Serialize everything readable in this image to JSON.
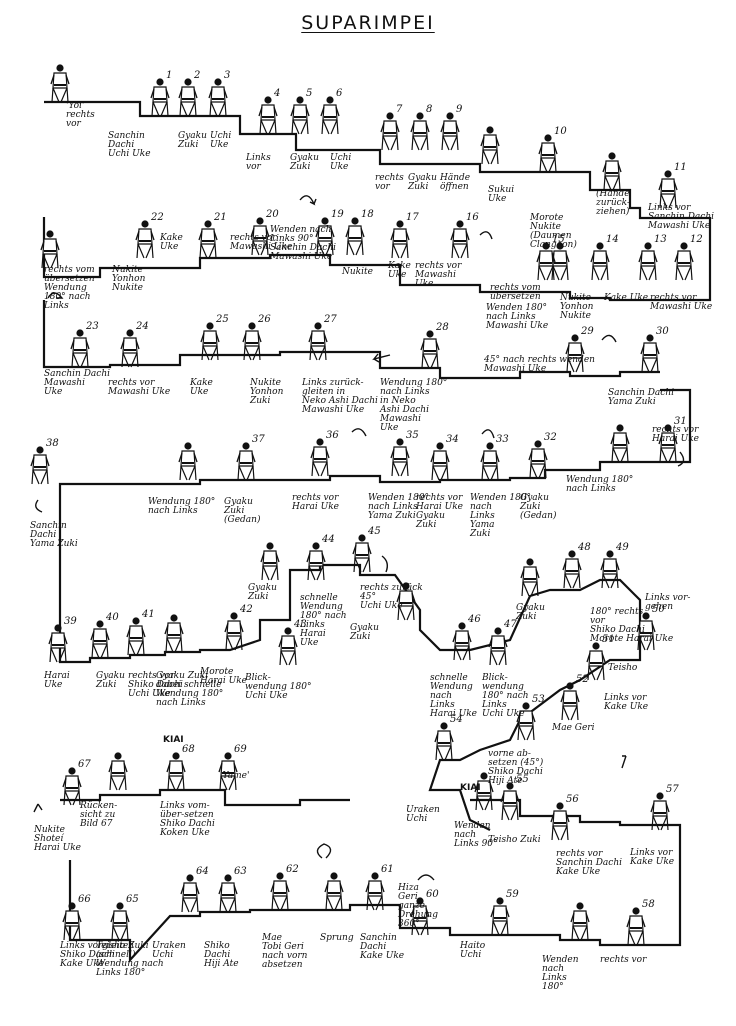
{
  "title": "SUPARIMPEI",
  "kiai": "KIAI",
  "steps": [
    {
      "n": "",
      "label": [
        "'Yoi'",
        "rechts",
        "vor"
      ]
    },
    {
      "n": "1",
      "label": [
        "Sanchin",
        "Dachi",
        "Uchi Uke"
      ]
    },
    {
      "n": "2",
      "label": [
        "Gyaku",
        "Zuki"
      ]
    },
    {
      "n": "3",
      "label": [
        "Uchi",
        "Uke"
      ]
    },
    {
      "n": "4",
      "label": [
        "Links",
        "vor"
      ]
    },
    {
      "n": "5",
      "label": [
        "Gyaku",
        "Zuki"
      ]
    },
    {
      "n": "6",
      "label": [
        "Uchi",
        "Uke"
      ]
    },
    {
      "n": "7",
      "label": [
        "rechts",
        "vor"
      ]
    },
    {
      "n": "8",
      "label": [
        "Gyaku",
        "Zuki"
      ]
    },
    {
      "n": "9",
      "label": [
        "Hände",
        "öffnen"
      ]
    },
    {
      "n": "",
      "label": [
        "Sukui",
        "Uke"
      ]
    },
    {
      "n": "10",
      "label": [
        "Morote",
        "Nukite",
        "(Daumen",
        "Clangoon)"
      ]
    },
    {
      "n": "",
      "label": [
        "(Hände",
        "zurück-",
        "ziehen)"
      ]
    },
    {
      "n": "11",
      "label": [
        "Links vor",
        "Sanchin Dachi",
        "Mawashi Uke"
      ]
    },
    {
      "n": "12",
      "label": [
        "rechts vor",
        "Mawashi Uke"
      ]
    },
    {
      "n": "13",
      "label": [
        "Kake Uke"
      ]
    },
    {
      "n": "14",
      "label": [
        "Nukite",
        "Yonhon",
        "Nukite"
      ]
    },
    {
      "n": "",
      "label": [
        "rechts vom",
        "übersetzen"
      ]
    },
    {
      "n": "15",
      "label": [
        "Wenden 180°",
        "nach Links",
        "Mawashi Uke"
      ]
    },
    {
      "n": "16",
      "label": [
        "rechts vor",
        "Mawashi",
        "Uke"
      ]
    },
    {
      "n": "17",
      "label": [
        "Kake",
        "Uke"
      ]
    },
    {
      "n": "18",
      "label": [
        "Nukite"
      ]
    },
    {
      "n": "19",
      "label": [
        "Wenden nach",
        "Links 90°",
        "Sanchin Dachi",
        "Mawashi Uke"
      ]
    },
    {
      "n": "20",
      "label": [
        "rechts vor",
        "Mawashi Uke"
      ]
    },
    {
      "n": "21",
      "label": [
        "Kake",
        "Uke"
      ]
    },
    {
      "n": "22",
      "label": [
        "Nukite",
        "Yonhon",
        "Nukite"
      ]
    },
    {
      "n": "",
      "label": [
        "rechts vom",
        "übersetzen",
        "Wendung",
        "180° nach",
        "Links"
      ]
    },
    {
      "n": "23",
      "label": [
        "Sanchin Dachi",
        "Mawashi",
        "Uke"
      ]
    },
    {
      "n": "24",
      "label": [
        "rechts vor",
        "Mawashi Uke"
      ]
    },
    {
      "n": "25",
      "label": [
        "Kake",
        "Uke"
      ]
    },
    {
      "n": "26",
      "label": [
        "Nukite",
        "Yonhon",
        "Zuki"
      ]
    },
    {
      "n": "27",
      "label": [
        "Links zurück-",
        "gleiten in",
        "Neko Ashi Dachi",
        "Mawashi Uke"
      ]
    },
    {
      "n": "28",
      "label": [
        "Wendung 180°",
        "nach Links",
        "in Neko",
        "Ashi Dachi",
        "Mawashi",
        "Uke"
      ]
    },
    {
      "n": "29",
      "label": [
        "45° nach rechts wenden",
        "Mawashi Uke"
      ]
    },
    {
      "n": "30",
      "label": [
        "Sanchin Dachi",
        "Yama Zuki"
      ]
    },
    {
      "n": "",
      "label": [
        "Wendung 180°",
        "nach Links"
      ]
    },
    {
      "n": "31",
      "label": [
        "rechts vor",
        "Harai Uke"
      ]
    },
    {
      "n": "32",
      "label": [
        "Gyaku",
        "Zuki",
        "(Gedan)"
      ]
    },
    {
      "n": "33",
      "label": [
        "Wenden 180°",
        "nach",
        "Links",
        "Yama",
        "Zuki"
      ]
    },
    {
      "n": "34",
      "label": [
        "rechts vor",
        "Harai Uke",
        "Gyaku",
        "Zuki"
      ]
    },
    {
      "n": "35",
      "label": [
        "Wenden 180°",
        "nach Links",
        "Yama Zuki"
      ]
    },
    {
      "n": "36",
      "label": [
        "rechts vor",
        "Harai Uke"
      ]
    },
    {
      "n": "37",
      "label": [
        "Gyaku",
        "Zuki",
        "(Gedan)"
      ]
    },
    {
      "n": "",
      "label": [
        "Wendung 180°",
        "nach Links"
      ]
    },
    {
      "n": "38",
      "label": [
        "Sanchin",
        "Dachi",
        "Yama Zuki"
      ]
    },
    {
      "n": "39",
      "label": [
        "Harai",
        "Uke"
      ]
    },
    {
      "n": "40",
      "label": [
        "Gyaku",
        "Zuki"
      ]
    },
    {
      "n": "41",
      "label": [
        "rechts vor",
        "Shiko Dachi",
        "Uchi Uke"
      ]
    },
    {
      "n": "",
      "label": [
        "Gyaku Zuki",
        "dabei schnelle",
        "Wendung 180°",
        "nach Links"
      ]
    },
    {
      "n": "42",
      "label": [
        "Morote",
        "Harai Uke"
      ]
    },
    {
      "n": "43",
      "label": [
        "Blick-",
        "wendung 180°",
        "Uchi Uke"
      ]
    },
    {
      "n": "",
      "label": [
        "Gyaku",
        "Zuki"
      ]
    },
    {
      "n": "44",
      "label": [
        "schnelle",
        "Wendung",
        "180° nach",
        "Links",
        "Harai",
        "Uke"
      ]
    },
    {
      "n": "45",
      "label": [
        "rechts zurück",
        "45°",
        "Uchi Uke"
      ]
    },
    {
      "n": "",
      "label": [
        "Gyaku",
        "Zuki"
      ]
    },
    {
      "n": "46",
      "label": [
        "schnelle",
        "Wendung",
        "nach",
        "Links",
        "Harai Uke"
      ]
    },
    {
      "n": "47",
      "label": [
        "Blick-",
        "wendung",
        "180° nach",
        "Links",
        "Uchi Uke"
      ]
    },
    {
      "n": "",
      "label": [
        "Gyaku",
        "Zuki"
      ]
    },
    {
      "n": "48",
      "label": [
        "180° rechts",
        "vor",
        "Shiko Dachi",
        "Morote Harai Uke"
      ]
    },
    {
      "n": "49",
      "label": [
        "Links vor-",
        "gehen"
      ]
    },
    {
      "n": "50",
      "label": [
        "Teisho"
      ]
    },
    {
      "n": "51",
      "label": [
        "Links vor",
        "Kake Uke"
      ]
    },
    {
      "n": "52",
      "label": [
        "Mae Geri"
      ]
    },
    {
      "n": "53",
      "label": [
        "vorne ab-",
        "setzen (45°)",
        "Shiko Dachi",
        "Hiji Ate"
      ]
    },
    {
      "n": "54",
      "label": [
        "Uraken",
        "Uchi"
      ]
    },
    {
      "n": "",
      "label": [
        "Wenden",
        "nach",
        "Links 90°"
      ]
    },
    {
      "n": "55",
      "label": [
        "Teisho Zuki"
      ]
    },
    {
      "n": "56",
      "label": [
        "rechts vor",
        "Sanchin Dachi",
        "Kake Uke"
      ]
    },
    {
      "n": "57",
      "label": [
        "Links vor",
        "Kake Uke"
      ]
    },
    {
      "n": "58",
      "label": [
        "rechts vor"
      ]
    },
    {
      "n": "",
      "label": [
        "Wenden",
        "nach",
        "Links",
        "180°"
      ]
    },
    {
      "n": "59",
      "label": [
        "Haito",
        "Uchi"
      ]
    },
    {
      "n": "60",
      "label": [
        "Hiza",
        "Geri",
        "ganze",
        "Drehung",
        "360°"
      ]
    },
    {
      "n": "61",
      "label": [
        "Sanchin",
        "Dachi",
        "Kake Uke"
      ]
    },
    {
      "n": "",
      "label": [
        "Sprung"
      ]
    },
    {
      "n": "62",
      "label": [
        "Mae",
        "Tobi Geri",
        "nach vorn",
        "absetzen"
      ]
    },
    {
      "n": "63",
      "label": [
        "Shiko",
        "Dachi",
        "Hiji Ate"
      ]
    },
    {
      "n": "64",
      "label": [
        "Uraken",
        "Uchi"
      ]
    },
    {
      "n": "65",
      "label": [
        "Teisho Zuki",
        "(schnell)",
        "Wendung nach",
        "Links 180°"
      ]
    },
    {
      "n": "66",
      "label": [
        "Links vorgleiten",
        "Shiko Dachi",
        "Kake Uke"
      ]
    },
    {
      "n": "67",
      "label": [
        "Nukite",
        "Shoteí",
        "Harai Uke"
      ]
    },
    {
      "n": "",
      "label": [
        "Rücken-",
        "sicht zu",
        "Bild 67"
      ]
    },
    {
      "n": "68",
      "label": [
        "Links vom-",
        "über-setzen",
        "Shiko Dachi",
        "Koken Uke"
      ]
    },
    {
      "n": "69",
      "label": [
        "'Yame'"
      ]
    }
  ]
}
